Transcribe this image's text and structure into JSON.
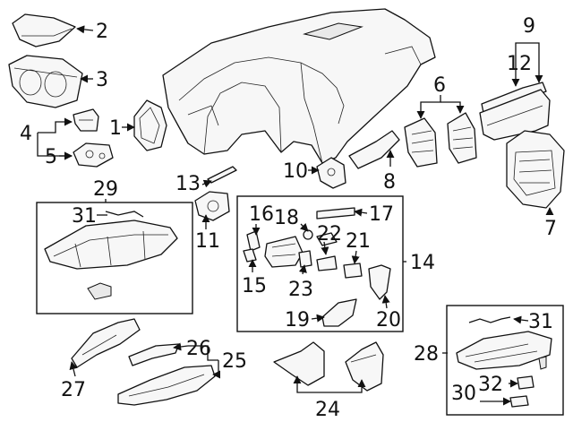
{
  "labels": {
    "n1": "1",
    "n2": "2",
    "n3": "3",
    "n4": "4",
    "n5": "5",
    "n6": "6",
    "n7": "7",
    "n8": "8",
    "n9": "9",
    "n10": "10",
    "n11": "11",
    "n12": "12",
    "n13": "13",
    "n14": "14",
    "n15": "15",
    "n16": "16",
    "n17": "17",
    "n18": "18",
    "n19": "19",
    "n20": "20",
    "n21": "21",
    "n22": "22",
    "n23": "23",
    "n24": "24",
    "n25": "25",
    "n26": "26",
    "n27": "27",
    "n28": "28",
    "n29": "29",
    "n30": "30",
    "n31a": "31",
    "n31b": "31",
    "n32": "32"
  }
}
